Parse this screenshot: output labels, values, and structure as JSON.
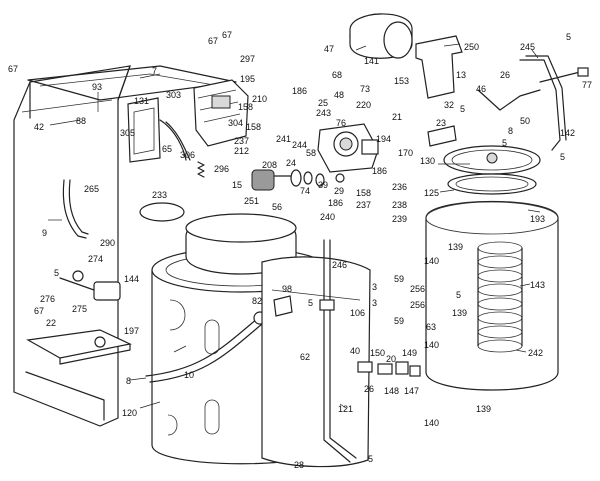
{
  "labels": {
    "l_67a": "67",
    "l_67b": "67",
    "l_67c": "67",
    "l_67d": "67",
    "l_7": "7",
    "l_297": "297",
    "l_195": "195",
    "l_158a": "158",
    "l_210": "210",
    "l_93": "93",
    "l_88": "88",
    "l_42": "42",
    "l_131": "131",
    "l_305": "305",
    "l_303": "303",
    "l_304": "304",
    "l_65": "65",
    "l_306": "306",
    "l_296": "296",
    "l_186a": "186",
    "l_237a": "237",
    "l_212": "212",
    "l_241": "241",
    "l_158b": "158",
    "l_47": "47",
    "l_141": "141",
    "l_68": "68",
    "l_48": "48",
    "l_73": "73",
    "l_153": "153",
    "l_220": "220",
    "l_21": "21",
    "l_243": "243",
    "l_25": "25",
    "l_244": "244",
    "l_76": "76",
    "l_194": "194",
    "l_58": "58",
    "l_170": "170",
    "l_250": "250",
    "l_13": "13",
    "l_32": "32",
    "l_46": "46",
    "l_26": "26",
    "l_245": "245",
    "l_5a": "5",
    "l_77": "77",
    "l_23": "23",
    "l_8a": "8",
    "l_50": "50",
    "l_142": "142",
    "l_5b": "5",
    "l_5c": "5",
    "l_5d": "5",
    "l_130": "130",
    "l_125": "125",
    "l_193": "193",
    "l_208": "208",
    "l_15": "15",
    "l_24": "24",
    "l_74": "74",
    "l_39": "39",
    "l_29": "29",
    "l_56": "56",
    "l_186b": "186",
    "l_186c": "186",
    "l_158c": "158",
    "l_237b": "237",
    "l_238": "238",
    "l_240": "240",
    "l_239": "239",
    "l_236": "236",
    "l_233": "233",
    "l_251": "251",
    "l_9": "9",
    "l_265": "265",
    "l_290": "290",
    "l_5e": "5",
    "l_274": "274",
    "l_276": "276",
    "l_275": "275",
    "l_144": "144",
    "l_98": "98",
    "l_82": "82",
    "l_246": "246",
    "l_3a": "3",
    "l_59a": "59",
    "l_256a": "256",
    "l_256b": "256",
    "l_3b": "3",
    "l_106": "106",
    "l_59b": "59",
    "l_139a": "139",
    "l_140a": "140",
    "l_5f": "5",
    "l_143": "143",
    "l_63": "63",
    "l_139b": "139",
    "l_140b": "140",
    "l_242": "242",
    "l_22": "22",
    "l_197": "197",
    "l_8b": "8",
    "l_10": "10",
    "l_120": "120",
    "l_62": "62",
    "l_40": "40",
    "l_150": "150",
    "l_20": "20",
    "l_149": "149",
    "l_26b": "26",
    "l_148": "148",
    "l_147": "147",
    "l_121": "121",
    "l_139c": "139",
    "l_140c": "140",
    "l_28": "28",
    "l_5g": "5",
    "l_5h": "5"
  }
}
